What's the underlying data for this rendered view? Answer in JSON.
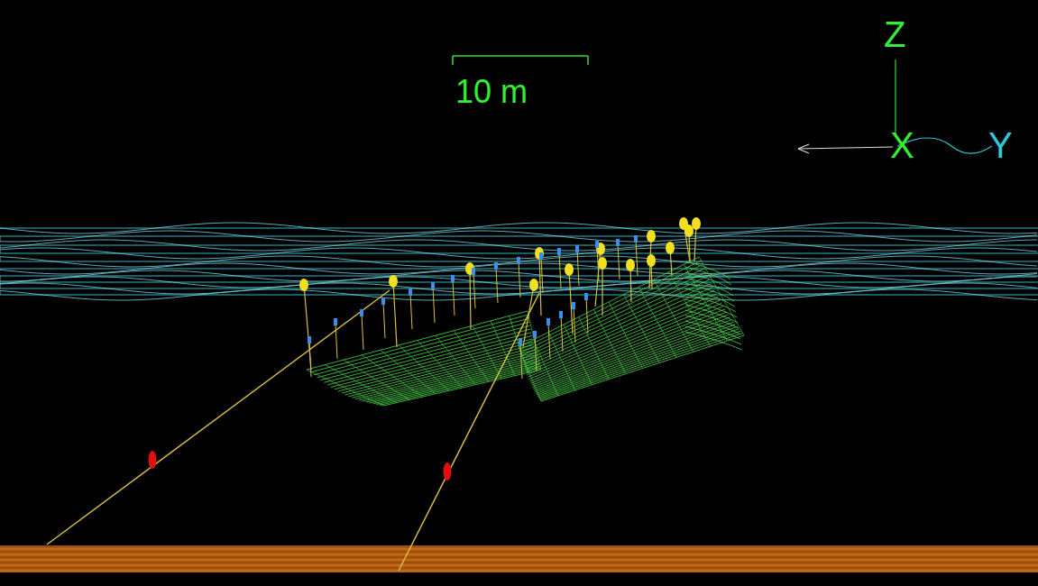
{
  "diagram": {
    "labels": [
      "10 m",
      "Z",
      "X",
      "Y"
    ]
  }
}
